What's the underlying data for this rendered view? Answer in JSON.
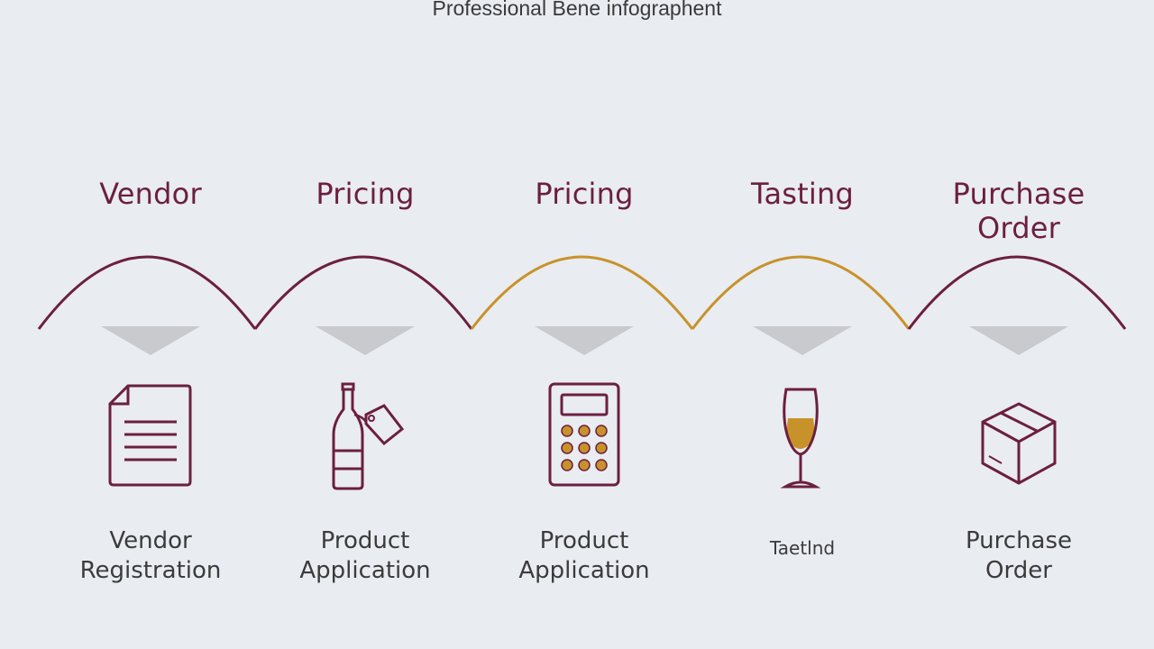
{
  "title": "Professional Bene infographent",
  "colors": {
    "wine": "#6b1f3e",
    "gold": "#c8922a",
    "divider": "#c8cacd",
    "background": "#e9ecf1"
  },
  "steps": [
    {
      "heading": "Vendor",
      "label": "Vendor\nRegistration",
      "icon": "document-icon",
      "arc_color": "wine"
    },
    {
      "heading": "Pricing",
      "label": "Product\nApplication",
      "icon": "wine-bottle-tag-icon",
      "arc_color": "wine"
    },
    {
      "heading": "Pricing",
      "label": "Product\nApplication",
      "icon": "calculator-icon",
      "arc_color": "gold"
    },
    {
      "heading": "Tasting",
      "label": "Taetlnd",
      "icon": "wine-glass-icon",
      "arc_color": "gold"
    },
    {
      "heading": "Purchase Order",
      "label": "Purchase\nOrder",
      "icon": "package-box-icon",
      "arc_color": "wine"
    }
  ]
}
